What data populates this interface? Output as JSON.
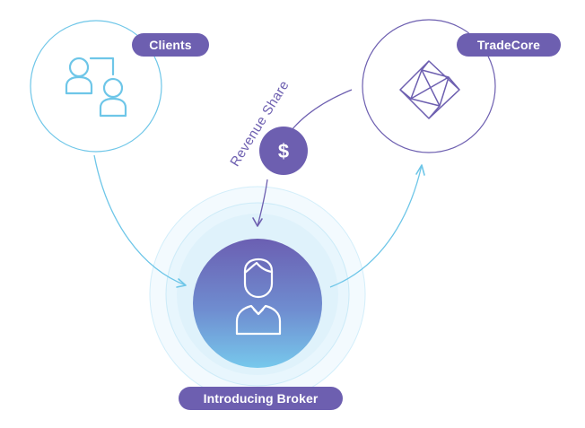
{
  "diagram": {
    "nodes": {
      "clients": {
        "label": "Clients",
        "icon": "users-icon"
      },
      "tradecore": {
        "label": "TradeCore",
        "icon": "diamond-icon"
      },
      "broker": {
        "label": "Introducing Broker",
        "icon": "person-icon"
      }
    },
    "revenue": {
      "label": "Revenue Share",
      "symbol": "$",
      "icon": "dollar-icon"
    },
    "colors": {
      "purple": "#6d5fb0",
      "light_blue": "#6ec6e8",
      "broker_gradient_top": "#6b5fb2",
      "broker_gradient_bottom": "#77c8ec"
    }
  }
}
